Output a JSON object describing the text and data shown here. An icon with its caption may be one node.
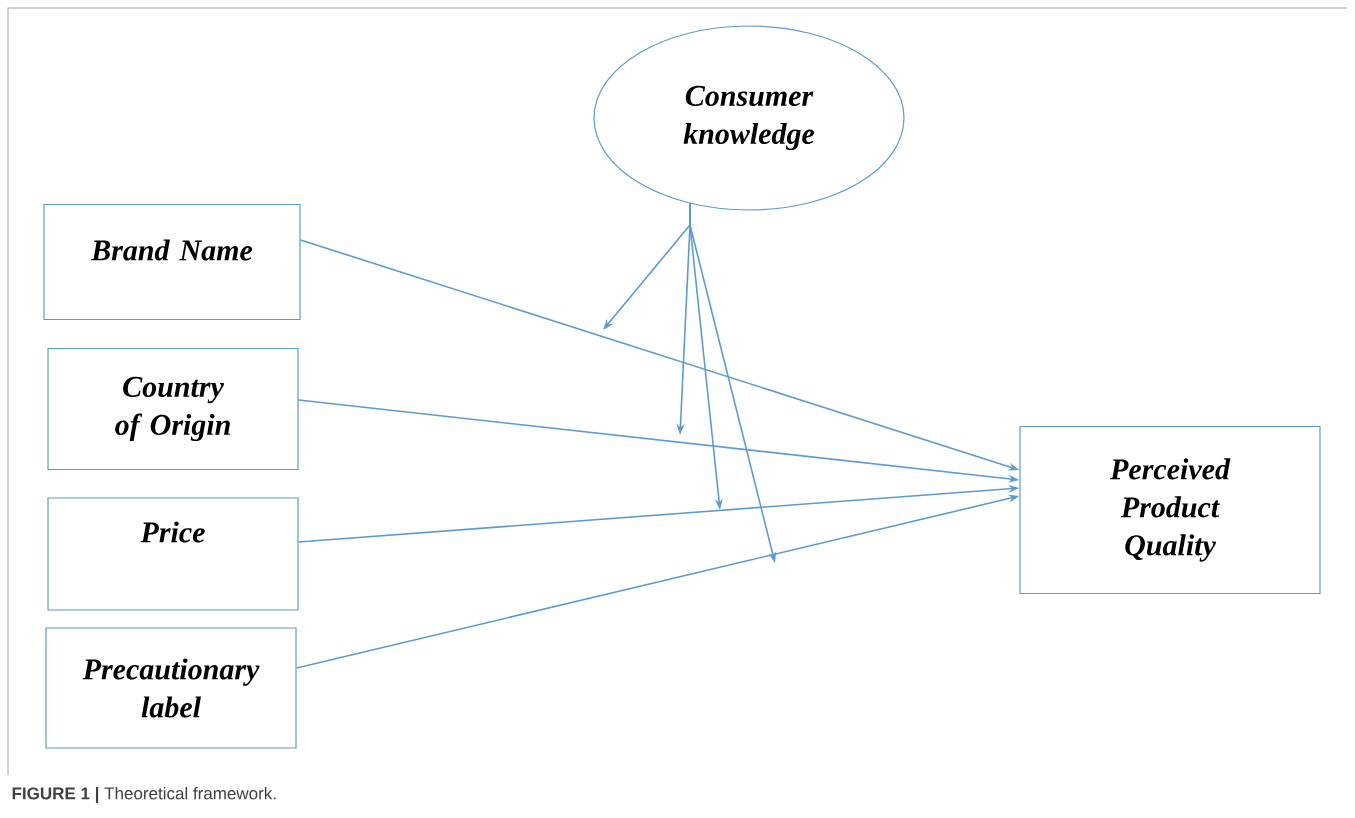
{
  "diagram": {
    "caption": "**FIGURE 1 |** Theoretical framework.",
    "nodes": [
      {
        "text": [
          "Consumer knowledge"
        ]
      },
      {
        "text": [
          "Brand Name"
        ]
      },
      {
        "text": [
          "Country of Origin"
        ]
      },
      {
        "text": [
          "Price"
        ]
      },
      {
        "text": [
          "Precautionary label"
        ]
      },
      {
        "text": [
          "Perceived Product Quality"
        ]
      }
    ],
    "edges": [
      {
        "from": 1,
        "to": 5,
        "arrow": "to"
      },
      {
        "from": 2,
        "to": 5,
        "arrow": "to"
      },
      {
        "from": 3,
        "to": 5,
        "arrow": "to"
      },
      {
        "from": 4,
        "to": 5,
        "arrow": "to"
      },
      {
        "from": 0,
        "to": null,
        "arrow": "to"
      },
      {
        "from": 0,
        "to": null,
        "arrow": "to"
      },
      {
        "from": 0,
        "to": null,
        "arrow": "to"
      },
      {
        "from": 0,
        "to": null,
        "arrow": "to"
      }
    ]
  }
}
